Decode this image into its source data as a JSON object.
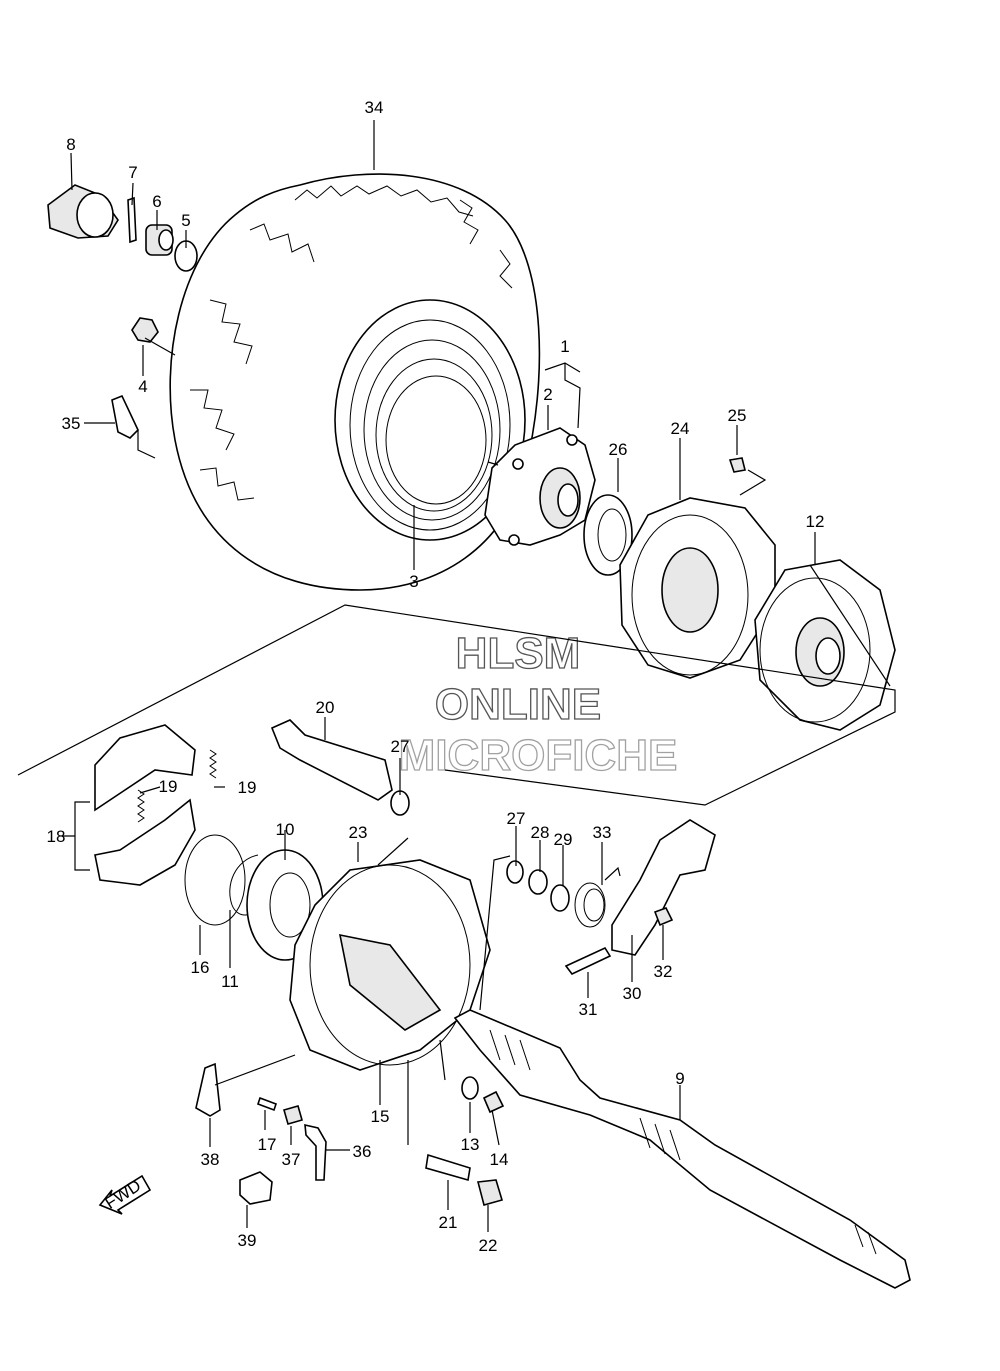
{
  "watermark": {
    "line1": "HLSM",
    "line2": "ONLINE",
    "line3": "MICROFICHE"
  },
  "fwd_label": "FWD",
  "callouts": [
    {
      "n": "34"
    },
    {
      "n": "8"
    },
    {
      "n": "7"
    },
    {
      "n": "6"
    },
    {
      "n": "5"
    },
    {
      "n": "4"
    },
    {
      "n": "35"
    },
    {
      "n": "3"
    },
    {
      "n": "1"
    },
    {
      "n": "2"
    },
    {
      "n": "26"
    },
    {
      "n": "24"
    },
    {
      "n": "25"
    },
    {
      "n": "12"
    },
    {
      "n": "20"
    },
    {
      "n": "27"
    },
    {
      "n": "19"
    },
    {
      "n": "19"
    },
    {
      "n": "18"
    },
    {
      "n": "10"
    },
    {
      "n": "23"
    },
    {
      "n": "27"
    },
    {
      "n": "28"
    },
    {
      "n": "29"
    },
    {
      "n": "33"
    },
    {
      "n": "16"
    },
    {
      "n": "11"
    },
    {
      "n": "31"
    },
    {
      "n": "30"
    },
    {
      "n": "32"
    },
    {
      "n": "9"
    },
    {
      "n": "15"
    },
    {
      "n": "13"
    },
    {
      "n": "14"
    },
    {
      "n": "17"
    },
    {
      "n": "37"
    },
    {
      "n": "36"
    },
    {
      "n": "38"
    },
    {
      "n": "21"
    },
    {
      "n": "22"
    },
    {
      "n": "39"
    }
  ]
}
